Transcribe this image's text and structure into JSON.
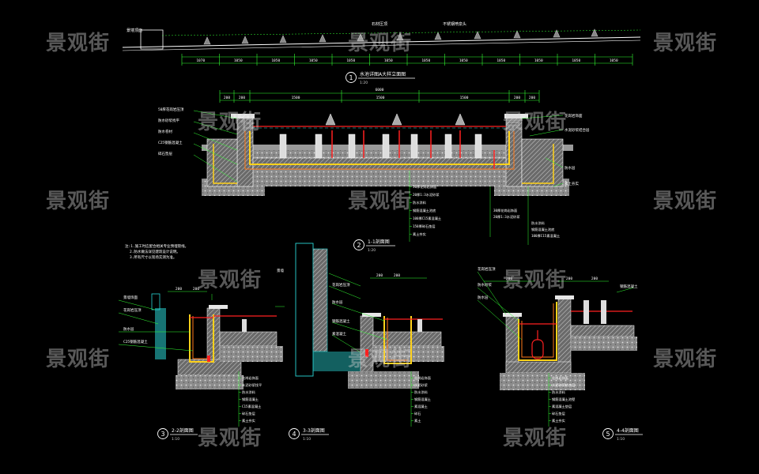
{
  "watermark": "景观街",
  "colors": {
    "background": "#000000",
    "linework": "#ffffff",
    "dimension": "#33ff33",
    "section_fill": "#bdbdbd",
    "drain_red": "#ff2020",
    "waterproof_yellow": "#ffd21a",
    "water_cyan": "#2ad4d4"
  },
  "callouts": [
    {
      "num": "1",
      "caption": "水池详图A大样立面图",
      "scale": "1:20"
    },
    {
      "num": "2",
      "caption": "1-1剖面图",
      "scale": "1:20"
    },
    {
      "num": "3",
      "caption": "2-2剖面图",
      "scale": "1:10"
    },
    {
      "num": "4",
      "caption": "3-3剖面图",
      "scale": "1:10"
    },
    {
      "num": "5",
      "caption": "4-4剖面图",
      "scale": "1:10"
    }
  ],
  "elevation": {
    "dims_bottom": [
      "1070",
      "1050",
      "1050",
      "1050",
      "1050",
      "1050",
      "1050",
      "1050",
      "1050",
      "1050",
      "1050",
      "1050"
    ],
    "notes": [
      "景墙顶面",
      "石材压顶",
      "不锈钢喷泉头"
    ]
  },
  "section1": {
    "dims_top": [
      "200",
      "200",
      "1500",
      "1500",
      "1500",
      "200",
      "200"
    ],
    "overall": "6000",
    "notes_left": [
      "50厚花岗岩压顶",
      "防水砂浆找平",
      "防水卷材",
      "C25钢筋混凝土",
      "碎石垫层"
    ],
    "notes_right": [
      "花岗岩饰面",
      "水泥砂浆结合层",
      "防水层",
      "素土夯实"
    ],
    "layers": [
      "30厚花岗岩饰面",
      "20厚1:3水泥砂浆",
      "防水涂料",
      "钢筋混凝土池底",
      "100厚C15素混凝土",
      "150厚碎石垫层",
      "素土夯实"
    ]
  },
  "section2": {
    "dims_top": [
      "200",
      "200"
    ],
    "notes_left": [
      "景墙饰面",
      "花岗岩压顶",
      "防水层",
      "C25钢筋混凝土"
    ],
    "layers": [
      "花岗岩饰面",
      "水泥砂浆找平",
      "防水涂料",
      "钢筋混凝土",
      "C15素混凝土",
      "碎石垫层",
      "素土夯实"
    ]
  },
  "section3": {
    "dims_top": [
      "200",
      "200"
    ],
    "notes_left": [
      "景墙",
      "花岗岩压顶",
      "防水层",
      "钢筋混凝土",
      "素混凝土"
    ],
    "layers": [
      "花岗岩饰面",
      "水泥砂浆",
      "防水涂料",
      "钢筋混凝土",
      "素混凝土",
      "碎石",
      "素土"
    ]
  },
  "section4": {
    "dims_top": [
      "200",
      "200",
      "200"
    ],
    "notes_left": [
      "花岗岩压顶",
      "防水砂浆",
      "防水层",
      "钢筋混凝土"
    ],
    "layers": [
      "花岗岩饰面",
      "水泥砂浆结合层",
      "防水涂料",
      "钢筋混凝土池壁",
      "素混凝土垫层",
      "碎石垫层",
      "素土夯实"
    ]
  },
  "general_notes": [
    "注:1.施工时应配合相关专业预埋管线。",
    "2.防水做法详见建筑设计说明。",
    "3.所有尺寸以现场实测为准。"
  ]
}
